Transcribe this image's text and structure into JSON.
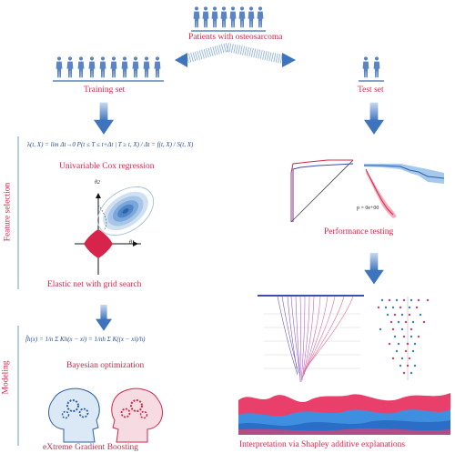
{
  "labels": {
    "patients": "Patients with osteosarcoma",
    "training_set": "Training set",
    "test_set": "Test set",
    "cox": "Univariable Cox regression",
    "elastic_net": "Elastic net with grid search",
    "bayesian": "Bayesian optimization",
    "xgboost": "eXtreme Gradient Boosting",
    "performance": "Performance testing",
    "shap": "Interpretation via Shapley additive explanations"
  },
  "sections": {
    "feature_selection": "Feature selection",
    "modeling": "Modeling"
  },
  "formulas": {
    "hazard": "λ(t, X) = lim Δt→0 P(t ≤ T ≤ t+Δt | T ≥ t, X) / Δt = f(t, X) / S(t, X)",
    "kde": "f̂h(x) = 1/n Σ Kh(x − xi) = 1/nh Σ K((x − xi)/h)"
  },
  "plot_text": {
    "pvalue": "p = 0e+00",
    "theta1": "θ1",
    "theta2": "θ2"
  },
  "colors": {
    "accent": "#d1284a",
    "person": "#5a84c2",
    "arrow": "#4a7fc1",
    "line": "#3a6fb0"
  }
}
